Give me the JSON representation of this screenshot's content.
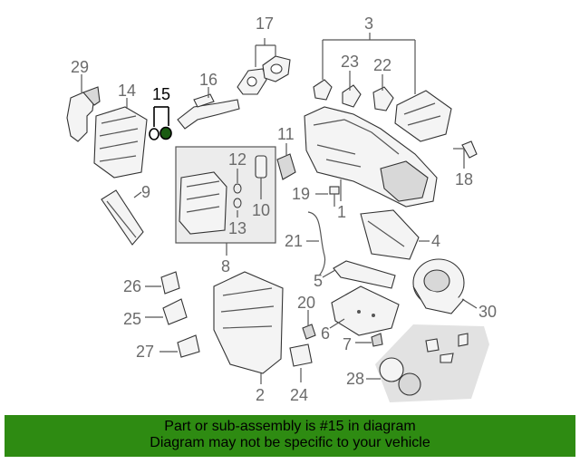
{
  "callouts": [
    {
      "id": "17",
      "label": "17"
    },
    {
      "id": "3",
      "label": "3"
    },
    {
      "id": "29",
      "label": "29"
    },
    {
      "id": "23",
      "label": "23"
    },
    {
      "id": "22",
      "label": "22"
    },
    {
      "id": "16",
      "label": "16"
    },
    {
      "id": "14",
      "label": "14"
    },
    {
      "id": "15",
      "label": "15",
      "highlighted": true
    },
    {
      "id": "11",
      "label": "11"
    },
    {
      "id": "12",
      "label": "12"
    },
    {
      "id": "18",
      "label": "18"
    },
    {
      "id": "9",
      "label": "9"
    },
    {
      "id": "10",
      "label": "10"
    },
    {
      "id": "19",
      "label": "19"
    },
    {
      "id": "1",
      "label": "1"
    },
    {
      "id": "13",
      "label": "13"
    },
    {
      "id": "8",
      "label": "8"
    },
    {
      "id": "21",
      "label": "21"
    },
    {
      "id": "4",
      "label": "4"
    },
    {
      "id": "5",
      "label": "5"
    },
    {
      "id": "26",
      "label": "26"
    },
    {
      "id": "20",
      "label": "20"
    },
    {
      "id": "30",
      "label": "30"
    },
    {
      "id": "25",
      "label": "25"
    },
    {
      "id": "6",
      "label": "6"
    },
    {
      "id": "7",
      "label": "7"
    },
    {
      "id": "27",
      "label": "27"
    },
    {
      "id": "28",
      "label": "28"
    },
    {
      "id": "24",
      "label": "24"
    },
    {
      "id": "2",
      "label": "2"
    }
  ],
  "banner": {
    "line1": "Part or sub-assembly is #15 in diagram",
    "line2": "Diagram may not be specific to your vehicle",
    "color": "#2e8b12"
  }
}
